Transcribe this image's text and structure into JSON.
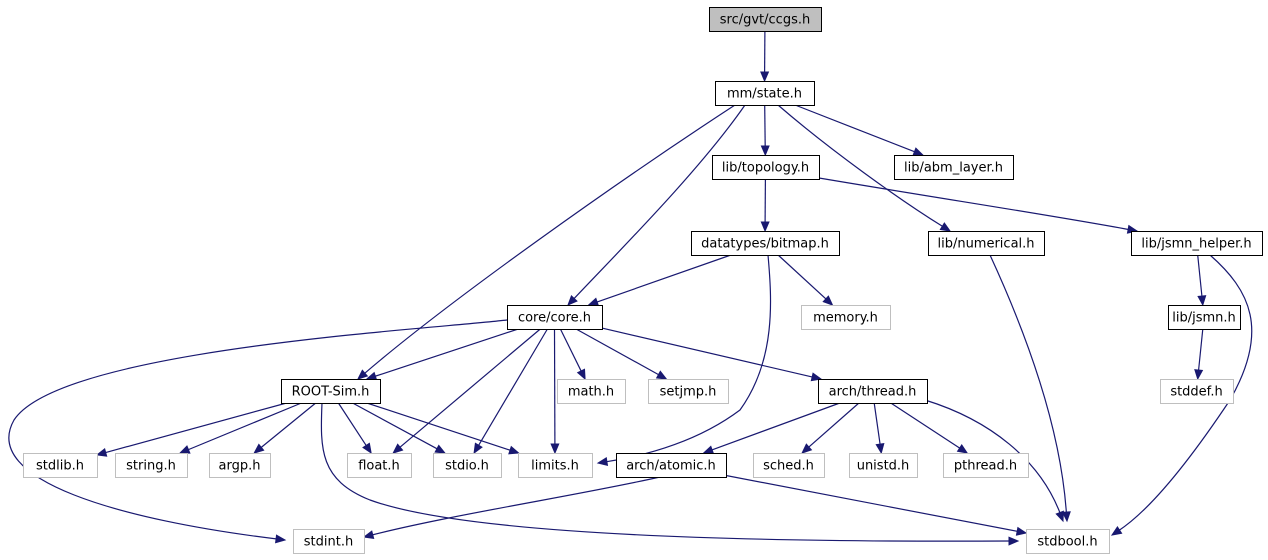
{
  "colors": {
    "edge": "#191970",
    "root_fill": "#bfbfbf",
    "local_fill": "#ffffff",
    "local_stroke": "#000000",
    "system_stroke": "#bfbfbf",
    "local_text": "#000000",
    "system_text": "#000000"
  },
  "nodes": [
    {
      "id": "ccgs",
      "label": "src/gvt/ccgs.h",
      "kind": "root"
    },
    {
      "id": "state",
      "label": "mm/state.h",
      "kind": "local"
    },
    {
      "id": "topology",
      "label": "lib/topology.h",
      "kind": "local"
    },
    {
      "id": "abm",
      "label": "lib/abm_layer.h",
      "kind": "local"
    },
    {
      "id": "bitmap",
      "label": "datatypes/bitmap.h",
      "kind": "local"
    },
    {
      "id": "numerical",
      "label": "lib/numerical.h",
      "kind": "local"
    },
    {
      "id": "jsmnhelper",
      "label": "lib/jsmn_helper.h",
      "kind": "local"
    },
    {
      "id": "core",
      "label": "core/core.h",
      "kind": "local"
    },
    {
      "id": "memory",
      "label": "memory.h",
      "kind": "system"
    },
    {
      "id": "jsmn",
      "label": "lib/jsmn.h",
      "kind": "local"
    },
    {
      "id": "rootsim",
      "label": "ROOT-Sim.h",
      "kind": "local"
    },
    {
      "id": "math",
      "label": "math.h",
      "kind": "system"
    },
    {
      "id": "setjmp",
      "label": "setjmp.h",
      "kind": "system"
    },
    {
      "id": "thread",
      "label": "arch/thread.h",
      "kind": "local"
    },
    {
      "id": "stddef",
      "label": "stddef.h",
      "kind": "system"
    },
    {
      "id": "stdlib",
      "label": "stdlib.h",
      "kind": "system"
    },
    {
      "id": "string",
      "label": "string.h",
      "kind": "system"
    },
    {
      "id": "argp",
      "label": "argp.h",
      "kind": "system"
    },
    {
      "id": "float",
      "label": "float.h",
      "kind": "system"
    },
    {
      "id": "stdio",
      "label": "stdio.h",
      "kind": "system"
    },
    {
      "id": "limits",
      "label": "limits.h",
      "kind": "system"
    },
    {
      "id": "atomic",
      "label": "arch/atomic.h",
      "kind": "local"
    },
    {
      "id": "sched",
      "label": "sched.h",
      "kind": "system"
    },
    {
      "id": "unistd",
      "label": "unistd.h",
      "kind": "system"
    },
    {
      "id": "pthread",
      "label": "pthread.h",
      "kind": "system"
    },
    {
      "id": "stdint",
      "label": "stdint.h",
      "kind": "system"
    },
    {
      "id": "stdbool",
      "label": "stdbool.h",
      "kind": "system"
    }
  ],
  "edges": [
    {
      "from": "ccgs",
      "to": "state"
    },
    {
      "from": "state",
      "to": "topology"
    },
    {
      "from": "state",
      "to": "abm"
    },
    {
      "from": "state",
      "to": "numerical"
    },
    {
      "from": "state",
      "to": "core"
    },
    {
      "from": "state",
      "to": "rootsim"
    },
    {
      "from": "topology",
      "to": "bitmap"
    },
    {
      "from": "topology",
      "to": "jsmnhelper"
    },
    {
      "from": "bitmap",
      "to": "core"
    },
    {
      "from": "bitmap",
      "to": "memory"
    },
    {
      "from": "bitmap",
      "to": "limits"
    },
    {
      "from": "numerical",
      "to": "stdbool"
    },
    {
      "from": "jsmnhelper",
      "to": "jsmn"
    },
    {
      "from": "jsmnhelper",
      "to": "stdbool"
    },
    {
      "from": "jsmn",
      "to": "stddef"
    },
    {
      "from": "core",
      "to": "rootsim"
    },
    {
      "from": "core",
      "to": "math"
    },
    {
      "from": "core",
      "to": "setjmp"
    },
    {
      "from": "core",
      "to": "thread"
    },
    {
      "from": "core",
      "to": "float"
    },
    {
      "from": "core",
      "to": "stdio"
    },
    {
      "from": "core",
      "to": "limits"
    },
    {
      "from": "core",
      "to": "stdint"
    },
    {
      "from": "rootsim",
      "to": "stdlib"
    },
    {
      "from": "rootsim",
      "to": "string"
    },
    {
      "from": "rootsim",
      "to": "argp"
    },
    {
      "from": "rootsim",
      "to": "float"
    },
    {
      "from": "rootsim",
      "to": "stdio"
    },
    {
      "from": "rootsim",
      "to": "limits"
    },
    {
      "from": "rootsim",
      "to": "stdbool"
    },
    {
      "from": "thread",
      "to": "atomic"
    },
    {
      "from": "thread",
      "to": "sched"
    },
    {
      "from": "thread",
      "to": "unistd"
    },
    {
      "from": "thread",
      "to": "pthread"
    },
    {
      "from": "thread",
      "to": "stdbool"
    },
    {
      "from": "atomic",
      "to": "stdint"
    },
    {
      "from": "atomic",
      "to": "stdbool"
    }
  ]
}
